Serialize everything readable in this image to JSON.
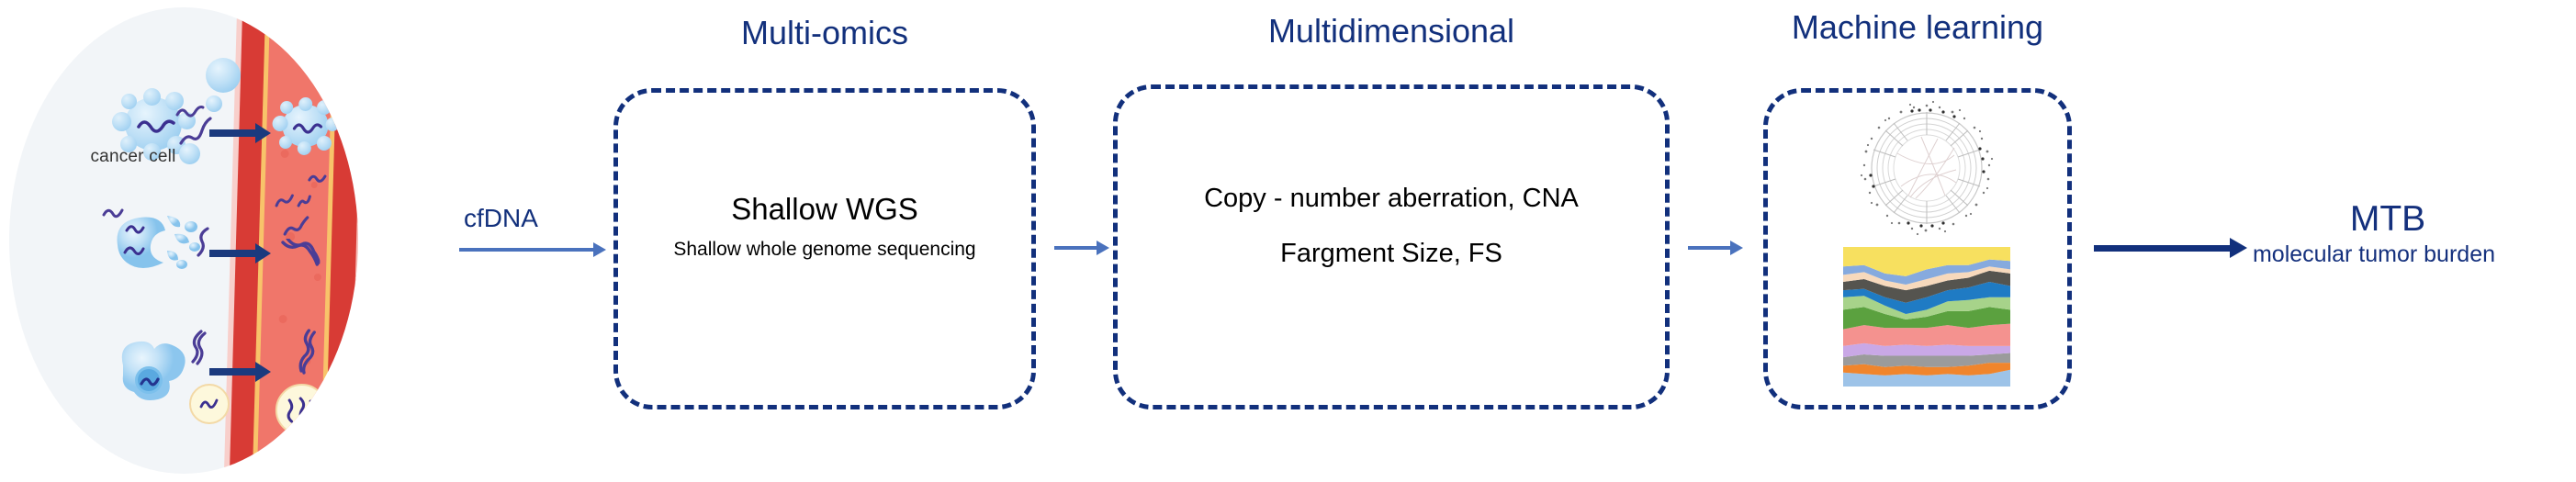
{
  "figure": {
    "type": "workflow-diagram",
    "title": "cfDNA shallow WGS multi-omics machine learning workflow for molecular tumor burden"
  },
  "illustration": {
    "label": "cancer cell",
    "name": "blood-vessel-cfdna-release-illustration",
    "elements": [
      "cancer cell",
      "apoptotic cell",
      "cell with exosome",
      "blood vessel",
      "cfDNA fragments"
    ]
  },
  "flow": {
    "input_label": "cfDNA"
  },
  "stages": [
    {
      "title": "Multi-omics",
      "primary": "Shallow WGS",
      "secondary": "Shallow whole genome sequencing"
    },
    {
      "title": "Multidimensional",
      "line1": "Copy - number aberration, CNA",
      "line2": "Fargment Size, FS"
    },
    {
      "title": "Machine learning",
      "thumbnails": [
        "circos-plot",
        "stacked-area-chart"
      ]
    }
  ],
  "output": {
    "acronym": "MTB",
    "expansion": "molecular tumor burden"
  },
  "colors": {
    "navy": "#12307c",
    "title_blue": "#14307d",
    "arrow_blue": "#4a72bd",
    "arrow_navy": "#1b3a7e",
    "disc_grey": "#f2f5f8",
    "vessel_dark_red": "#d83b35",
    "vessel_lumen": "#f0766a",
    "vessel_yellow": "#f8c36a",
    "cell_blue": "#8cc6ee",
    "dna_purple": "#4b3d96"
  },
  "chart_data": {
    "type": "area",
    "title": "",
    "xlabel": "",
    "ylabel": "",
    "stacked": true,
    "grid": false,
    "legend": "none",
    "x": [
      0,
      1,
      2,
      3,
      4,
      5,
      6,
      7,
      8
    ],
    "series": [
      {
        "name": "layer-1-lightblue",
        "color": "#9dc3e8",
        "values": [
          10,
          9,
          8,
          9,
          8,
          9,
          8,
          9,
          12
        ]
      },
      {
        "name": "layer-2-orange",
        "color": "#f0852c",
        "values": [
          5,
          7,
          6,
          6,
          6,
          5,
          7,
          8,
          5
        ]
      },
      {
        "name": "layer-3-grey",
        "color": "#9b9b9b",
        "values": [
          6,
          7,
          8,
          7,
          8,
          8,
          7,
          6,
          7
        ]
      },
      {
        "name": "layer-4-lavender",
        "color": "#c9a8e6",
        "values": [
          8,
          8,
          7,
          8,
          7,
          8,
          7,
          6,
          5
        ]
      },
      {
        "name": "layer-5-salmon",
        "color": "#f4928f",
        "values": [
          12,
          13,
          13,
          12,
          13,
          14,
          13,
          15,
          16
        ]
      },
      {
        "name": "layer-6-green",
        "color": "#5ba13f",
        "values": [
          14,
          13,
          10,
          6,
          8,
          10,
          12,
          13,
          10
        ]
      },
      {
        "name": "layer-7-lightgreen",
        "color": "#a7d38a",
        "values": [
          9,
          8,
          6,
          4,
          5,
          7,
          8,
          7,
          9
        ]
      },
      {
        "name": "layer-8-blue",
        "color": "#1f7bc4",
        "values": [
          5,
          5,
          6,
          8,
          9,
          8,
          9,
          11,
          8
        ]
      },
      {
        "name": "layer-9-darkgrey",
        "color": "#55544f",
        "values": [
          6,
          7,
          8,
          9,
          8,
          7,
          7,
          8,
          9
        ]
      },
      {
        "name": "layer-10-peach",
        "color": "#f7d9bc",
        "values": [
          5,
          5,
          4,
          4,
          5,
          5,
          4,
          3,
          3
        ]
      },
      {
        "name": "layer-11-steelblue",
        "color": "#86aade",
        "values": [
          6,
          5,
          5,
          6,
          7,
          6,
          5,
          5,
          6
        ]
      },
      {
        "name": "layer-12-yellow",
        "color": "#f7e05f",
        "values": [
          14,
          13,
          19,
          21,
          16,
          13,
          13,
          9,
          10
        ]
      }
    ]
  },
  "circos_data": {
    "type": "circos",
    "rings": 5,
    "description": "faint grey genomic circos plot with outer scatter points and inner chords"
  }
}
